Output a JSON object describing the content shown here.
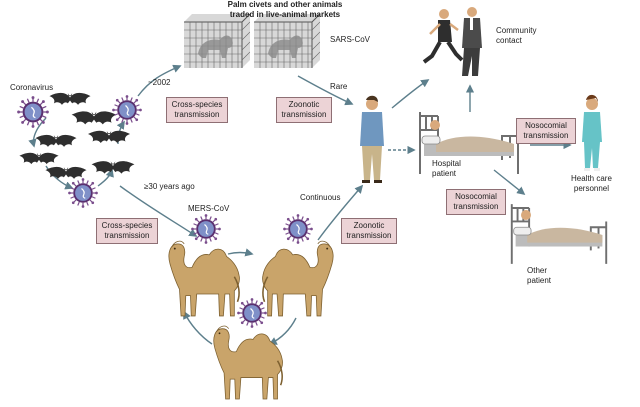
{
  "labels": {
    "coronavirus": "Coronavirus",
    "year_2002": "~2002",
    "years_ago": "≥30 years ago",
    "palm_civets": [
      "Palm civets and other animals",
      "traded in live-animal markets"
    ],
    "sars": "SARS-CoV",
    "mers": "MERS-CoV",
    "rare": "Rare",
    "continuous": "Continuous",
    "community": [
      "Community",
      "contact"
    ],
    "hospital": [
      "Hospital",
      "patient"
    ],
    "health_care": [
      "Health care",
      "personnel"
    ],
    "other_patient": [
      "Other",
      "patient"
    ]
  },
  "boxes": {
    "cross_species_top": [
      "Cross-species",
      "transmission"
    ],
    "cross_species_bottom": [
      "Cross-species",
      "transmission"
    ],
    "zoonotic_top": [
      "Zoonotic",
      "transmission"
    ],
    "zoonotic_bottom": [
      "Zoonotic",
      "transmission"
    ],
    "nosocomial_right": [
      "Nosocomial",
      "transmission"
    ],
    "nosocomial_lower": [
      "Nosocomial",
      "transmission"
    ]
  },
  "colors": {
    "arrow": "#5d7f8c",
    "box_fill": "#ecd3d6",
    "virus_ring": "#7a4d8c",
    "virus_core": "#7f90c8",
    "camel": "#c9a46a",
    "bat": "#2e2e2e"
  }
}
